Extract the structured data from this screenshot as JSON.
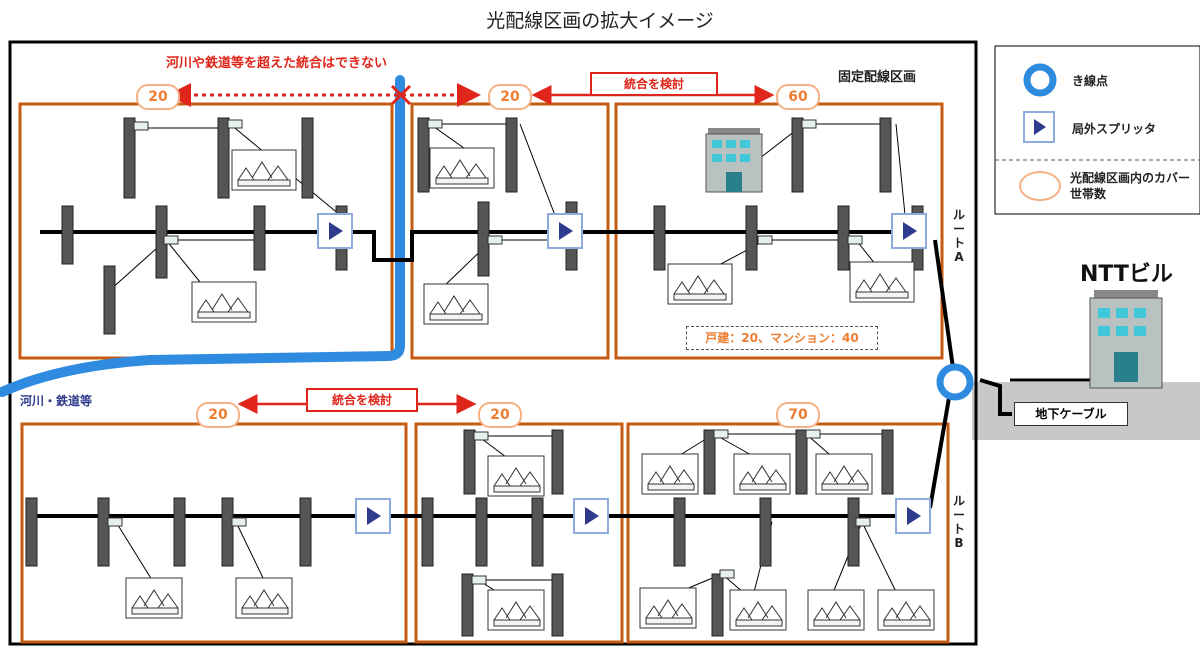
{
  "title": "光配線区画の拡大イメージ",
  "fixed_area_label": "固定配線区画",
  "river_note": "河川や鉄道等を超えた統合はできない",
  "river_label": "河川・鉄道等",
  "consider_merge": [
    "統合を検討",
    "統合を検討"
  ],
  "household_counts": [
    "20",
    "20",
    "60",
    "20",
    "20",
    "70"
  ],
  "building_note": "戸建：20、マンション：40",
  "route_a": "ルートA",
  "route_b": "ルートB",
  "ntt_building": "NTTビル",
  "underground_cable": "地下ケーブル",
  "legend": {
    "items": [
      {
        "icon": "junction-point-icon",
        "label": "き線点"
      },
      {
        "icon": "outdoor-splitter-icon",
        "label": "局外スプリッタ"
      },
      {
        "icon": "household-count-icon",
        "label": "光配線区画内のカバー世帯数"
      }
    ]
  },
  "colors": {
    "orange_border": "#c55a11",
    "count_text": "#ec7d31",
    "red": "#e0261b",
    "river": "#2e8be0",
    "splitter_border": "#8faadc",
    "splitter_arrow": "#2f3b8c",
    "pole": "#555555"
  }
}
